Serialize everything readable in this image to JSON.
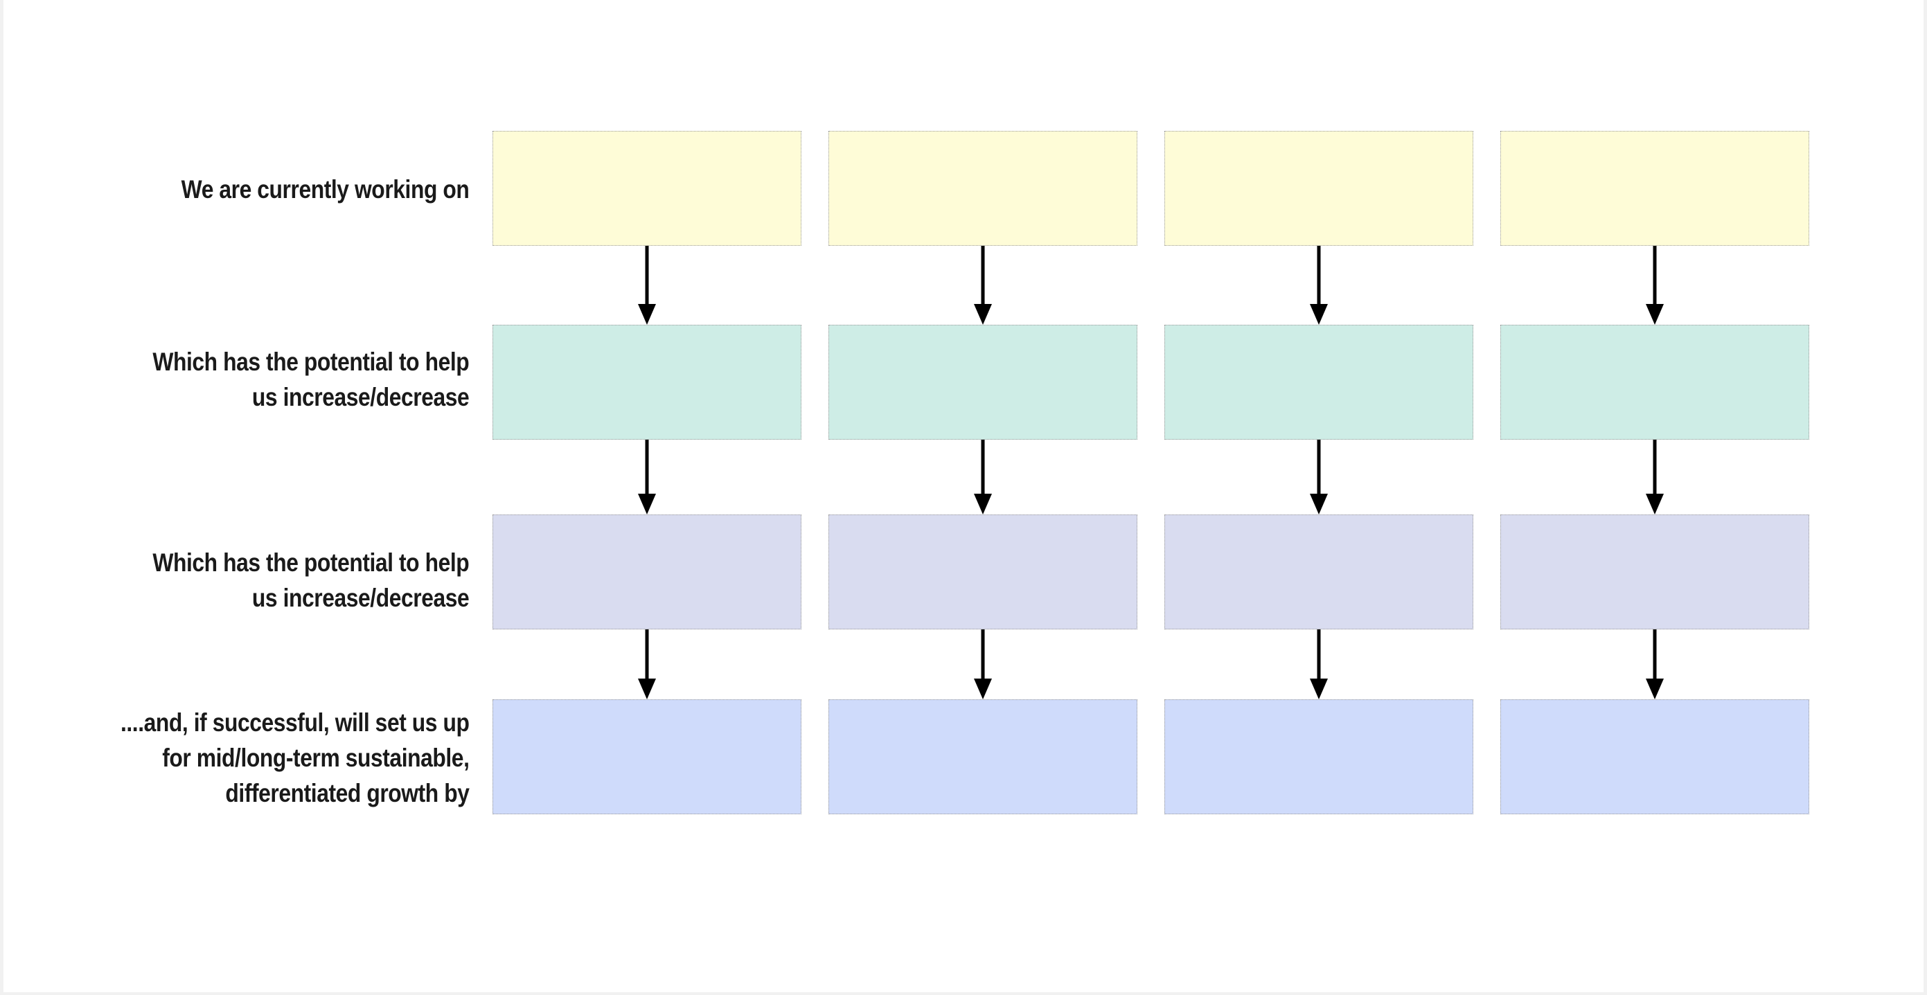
{
  "rows": [
    {
      "label_lines": [
        "We are currently working on"
      ],
      "color": "#fefcd7",
      "boxes": [
        "",
        "",
        "",
        ""
      ]
    },
    {
      "label_lines": [
        "Which has the potential to help",
        "us increase/decrease"
      ],
      "color": "#ceede6",
      "boxes": [
        "",
        "",
        "",
        ""
      ]
    },
    {
      "label_lines": [
        "Which has the potential to help",
        "us increase/decrease"
      ],
      "color": "#d9dcf0",
      "boxes": [
        "",
        "",
        "",
        ""
      ]
    },
    {
      "label_lines": [
        "....and, if successful,  will set us up",
        "for mid/long-term sustainable,",
        "differentiated growth by"
      ],
      "color": "#cfdbfb",
      "boxes": [
        "",
        "",
        "",
        ""
      ]
    }
  ],
  "arrow_color": "#000000"
}
